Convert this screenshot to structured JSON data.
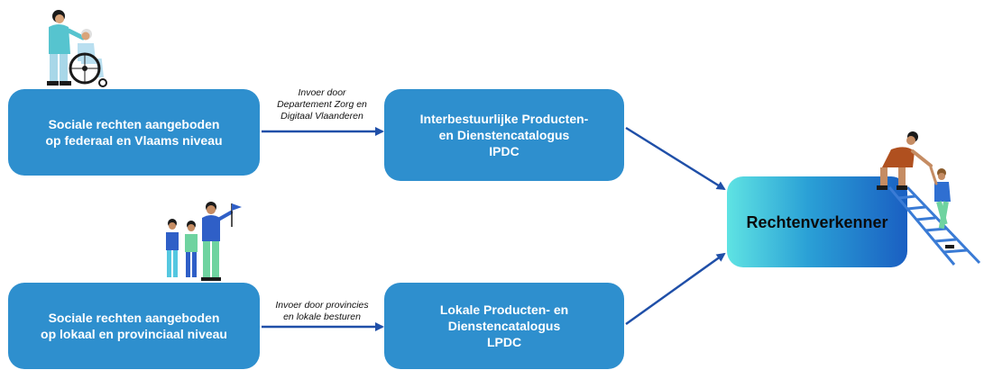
{
  "boxes": {
    "sociaal_federaal": [
      "Sociale rechten aangeboden",
      "op federaal en Vlaams niveau"
    ],
    "sociaal_lokaal": [
      "Sociale rechten aangeboden",
      "op lokaal en provinciaal niveau"
    ],
    "ipdc": [
      "Interbestuurlijke Producten-",
      "en Dienstencatalogus",
      "IPDC"
    ],
    "lpdc": [
      "Lokale Producten- en",
      "Dienstencatalogus",
      "LPDC"
    ],
    "rechtenverkenner": "Rechtenverkenner"
  },
  "edge_labels": {
    "federaal": [
      "Invoer door",
      "Departement Zorg en",
      "Digitaal Vlaanderen"
    ],
    "lokaal": [
      "Invoer door provincies",
      "en lokale besturen"
    ]
  },
  "colors": {
    "box_blue": "#2e8fce",
    "arrow_blue": "#1f4fa8",
    "gradient_start": "#5fe3e3",
    "gradient_end": "#1a5fc2"
  },
  "icons": {
    "top_left": "caregiver-with-wheelchair-illustration",
    "bottom_left": "family-with-flag-illustration",
    "right": "people-helping-on-ladder-illustration"
  }
}
